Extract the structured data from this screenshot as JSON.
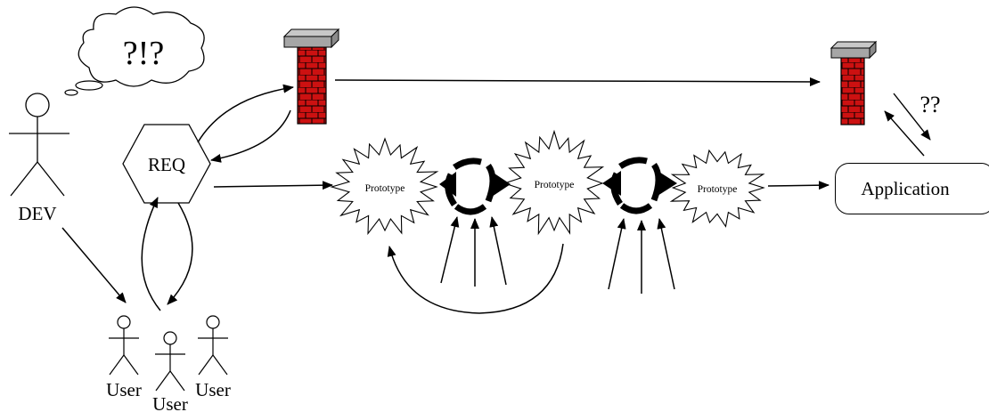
{
  "thought": {
    "text": "?!?"
  },
  "dev": {
    "label": "DEV"
  },
  "req": {
    "label": "REQ"
  },
  "users": [
    {
      "label": "User"
    },
    {
      "label": "User"
    },
    {
      "label": "User"
    }
  ],
  "prototypes": [
    {
      "label": "Prototype"
    },
    {
      "label": "Prototype"
    },
    {
      "label": "Prototype"
    }
  ],
  "application": {
    "label": "Application"
  },
  "unknown_link": {
    "text": "??"
  },
  "colors": {
    "brick": "#cc1111",
    "chimney_cap": "#a6a6a6",
    "stroke": "#000000"
  }
}
